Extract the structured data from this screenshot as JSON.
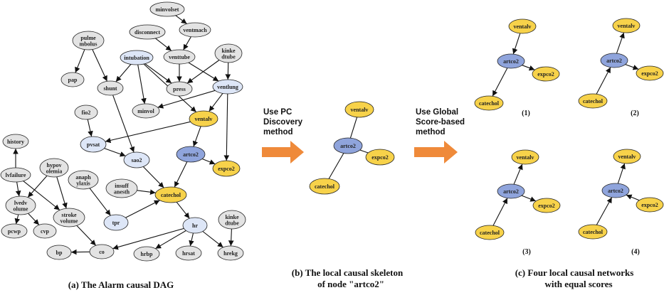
{
  "colors": {
    "gray_node": "#e3e3e3",
    "blue_light_node": "#dde6f7",
    "blue_target_node": "#8fa4dc",
    "yellow_node": "#f7d24a",
    "arrow_orange": "#ef8a3a",
    "edge": "#111111",
    "node_stroke": "#222222"
  },
  "panel_a": {
    "caption": "(a)  The Alarm causal DAG",
    "nodes": [
      {
        "id": "minvolset",
        "label": "minvolset",
        "style": "gray"
      },
      {
        "id": "disconnect",
        "label": "disconnect",
        "style": "gray"
      },
      {
        "id": "ventmach",
        "label": "ventmach",
        "style": "gray"
      },
      {
        "id": "pulmembolus",
        "label": "pulme\nmbolus",
        "style": "gray"
      },
      {
        "id": "intubation",
        "label": "intubation",
        "style": "blue"
      },
      {
        "id": "venttube",
        "label": "venttube",
        "style": "gray"
      },
      {
        "id": "kinkedtube1",
        "label": "kinke\ndtube",
        "style": "gray"
      },
      {
        "id": "pap",
        "label": "pap",
        "style": "gray"
      },
      {
        "id": "shunt",
        "label": "shunt",
        "style": "gray"
      },
      {
        "id": "press",
        "label": "press",
        "style": "gray"
      },
      {
        "id": "ventlung",
        "label": "ventlung",
        "style": "blue"
      },
      {
        "id": "fio2",
        "label": "fio2",
        "style": "gray"
      },
      {
        "id": "minvol",
        "label": "minvol",
        "style": "gray"
      },
      {
        "id": "ventalv",
        "label": "ventalv",
        "style": "yellow"
      },
      {
        "id": "history",
        "label": "history",
        "style": "gray"
      },
      {
        "id": "pvsat",
        "label": "pvsat",
        "style": "blue"
      },
      {
        "id": "hypovolemia",
        "label": "hypov\nolemia",
        "style": "gray"
      },
      {
        "id": "sao2",
        "label": "sao2",
        "style": "blue"
      },
      {
        "id": "artco2",
        "label": "artco2",
        "style": "target"
      },
      {
        "id": "lvfailure",
        "label": "lvfailure",
        "style": "gray"
      },
      {
        "id": "expco2",
        "label": "expco2",
        "style": "yellow"
      },
      {
        "id": "anaphylaxis",
        "label": "anaph\nylaxis",
        "style": "gray"
      },
      {
        "id": "insuffanesth",
        "label": "insuff\nanesth",
        "style": "gray"
      },
      {
        "id": "lvedvolume",
        "label": "lvedv\nolume",
        "style": "gray"
      },
      {
        "id": "strokevolume",
        "label": "stroke\nvolume",
        "style": "gray"
      },
      {
        "id": "catechol",
        "label": "catechol",
        "style": "yellow"
      },
      {
        "id": "kinkedtube2",
        "label": "kinke\ndtube",
        "style": "gray"
      },
      {
        "id": "tpr",
        "label": "tpr",
        "style": "blue"
      },
      {
        "id": "hr",
        "label": "hr",
        "style": "blue"
      },
      {
        "id": "pcwp",
        "label": "pcwp",
        "style": "gray"
      },
      {
        "id": "cvp",
        "label": "cvp",
        "style": "gray"
      },
      {
        "id": "bp",
        "label": "bp",
        "style": "gray"
      },
      {
        "id": "co",
        "label": "co",
        "style": "gray"
      },
      {
        "id": "hrbp",
        "label": "hrbp",
        "style": "gray"
      },
      {
        "id": "hrsat",
        "label": "hrsat",
        "style": "gray"
      },
      {
        "id": "hrekg",
        "label": "hrekg",
        "style": "gray"
      }
    ],
    "edges": [
      [
        "minvolset",
        "ventmach"
      ],
      [
        "ventmach",
        "venttube"
      ],
      [
        "disconnect",
        "venttube"
      ],
      [
        "venttube",
        "press"
      ],
      [
        "venttube",
        "ventlung"
      ],
      [
        "kinkedtube1",
        "press"
      ],
      [
        "kinkedtube1",
        "ventlung"
      ],
      [
        "intubation",
        "shunt"
      ],
      [
        "intubation",
        "press"
      ],
      [
        "intubation",
        "minvol"
      ],
      [
        "intubation",
        "ventalv"
      ],
      [
        "pulmembolus",
        "pap"
      ],
      [
        "pulmembolus",
        "shunt"
      ],
      [
        "shunt",
        "sao2"
      ],
      [
        "ventlung",
        "minvol"
      ],
      [
        "ventlung",
        "ventalv"
      ],
      [
        "ventlung",
        "expco2"
      ],
      [
        "ventalv",
        "artco2"
      ],
      [
        "ventalv",
        "pvsat"
      ],
      [
        "fio2",
        "pvsat"
      ],
      [
        "pvsat",
        "sao2"
      ],
      [
        "sao2",
        "catechol"
      ],
      [
        "artco2",
        "expco2"
      ],
      [
        "artco2",
        "catechol"
      ],
      [
        "insuffanesth",
        "catechol"
      ],
      [
        "anaphylaxis",
        "tpr"
      ],
      [
        "tpr",
        "catechol"
      ],
      [
        "catechol",
        "hr"
      ],
      [
        "hr",
        "co"
      ],
      [
        "hr",
        "hrbp"
      ],
      [
        "hr",
        "hrsat"
      ],
      [
        "hr",
        "hrekg"
      ],
      [
        "kinkedtube2",
        "hrekg"
      ],
      [
        "lvfailure",
        "history"
      ],
      [
        "lvfailure",
        "lvedvolume"
      ],
      [
        "lvfailure",
        "strokevolume"
      ],
      [
        "hypovolemia",
        "lvedvolume"
      ],
      [
        "hypovolemia",
        "strokevolume"
      ],
      [
        "lvedvolume",
        "pcwp"
      ],
      [
        "lvedvolume",
        "cvp"
      ],
      [
        "strokevolume",
        "co"
      ],
      [
        "co",
        "bp"
      ]
    ]
  },
  "middle": {
    "step1_lines": [
      "Use PC",
      "Discovery",
      "method"
    ],
    "step2_lines": [
      "Use Global",
      "Score-based",
      "method"
    ]
  },
  "panel_b": {
    "caption_lines": [
      "(b) The local causal skeleton",
      "of node \"artco2\""
    ],
    "nodes": [
      {
        "id": "ventalv",
        "label": "ventalv",
        "style": "yellow"
      },
      {
        "id": "artco2",
        "label": "artco2",
        "style": "target"
      },
      {
        "id": "expco2",
        "label": "expco2",
        "style": "yellow"
      },
      {
        "id": "catechol",
        "label": "catechol",
        "style": "yellow"
      }
    ],
    "edges": [
      [
        "artco2",
        "ventalv"
      ],
      [
        "artco2",
        "expco2"
      ],
      [
        "artco2",
        "catechol"
      ]
    ]
  },
  "panel_c": {
    "caption_lines": [
      "(c)  Four local causal networks",
      "with equal scores"
    ],
    "networks": [
      {
        "label": "(1)",
        "edges": [
          [
            "ventalv",
            "artco2"
          ],
          [
            "artco2",
            "expco2"
          ],
          [
            "artco2",
            "catechol"
          ]
        ]
      },
      {
        "label": "(2)",
        "edges": [
          [
            "artco2",
            "ventalv"
          ],
          [
            "artco2",
            "expco2"
          ],
          [
            "catechol",
            "artco2"
          ]
        ]
      },
      {
        "label": "(3)",
        "edges": [
          [
            "artco2",
            "ventalv"
          ],
          [
            "artco2",
            "expco2"
          ],
          [
            "catechol",
            "artco2"
          ]
        ]
      },
      {
        "label": "(4)",
        "edges": [
          [
            "artco2",
            "ventalv"
          ],
          [
            "expco2",
            "artco2"
          ],
          [
            "catechol",
            "artco2"
          ]
        ]
      }
    ],
    "node_labels": {
      "ventalv": "ventalv",
      "artco2": "artco2",
      "expco2": "expco2",
      "catechol": "catechol"
    },
    "node_styles": {
      "ventalv": "yellow",
      "artco2": "target",
      "expco2": "yellow",
      "catechol": "yellow"
    }
  }
}
